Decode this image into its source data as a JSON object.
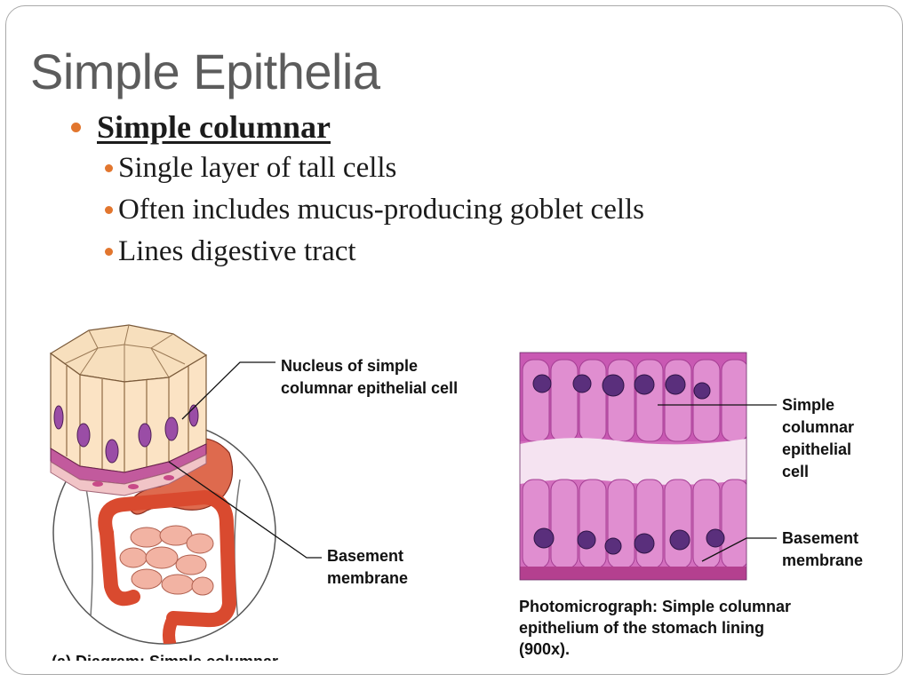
{
  "slide": {
    "title": "Simple Epithelia",
    "bullet_main": "Simple columnar",
    "sub_bullets": [
      "Single layer of tall cells",
      "Often includes mucus-producing goblet cells",
      "Lines digestive tract"
    ]
  },
  "diagram": {
    "label_nucleus_line1": "Nucleus of simple",
    "label_nucleus_line2": "columnar epithelial cell",
    "label_basement_line1": "Basement",
    "label_basement_line2": "membrane",
    "caption_partial": "(a) Diagram: Simple columnar"
  },
  "photo": {
    "label_cell_line1": "Simple",
    "label_cell_line2": "columnar",
    "label_cell_line3": "epithelial",
    "label_cell_line4": "cell",
    "label_basement_line1": "Basement",
    "label_basement_line2": "membrane",
    "caption_bold": "Photomicrograph:",
    "caption_line1_rest": " Simple columnar",
    "caption_line2": "epithelium of the stomach lining",
    "caption_line3": "(900x)."
  },
  "colors": {
    "title": "#5c5c5c",
    "bullet": "#e2762e",
    "histology_pink": "#d35fb8"
  }
}
